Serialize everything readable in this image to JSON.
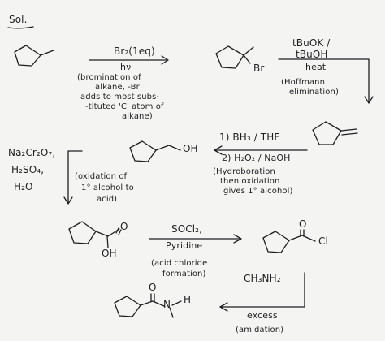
{
  "header": {
    "sol": "Sol."
  },
  "step1": {
    "reagent": "Br₂(1eq)",
    "condition": "hν",
    "note": [
      "(bromination of",
      "alkane, -Br",
      "adds to most subs-",
      "-tituted 'C' atom of",
      "alkane)"
    ],
    "product_atom": "Br"
  },
  "step2": {
    "reagent_line1": "tBuOK /",
    "reagent_line2": "tBuOH",
    "condition": "heat",
    "note": [
      "(Hoffmann",
      "elimination)"
    ]
  },
  "step3": {
    "reagent_line1": "1) BH₃ / THF",
    "reagent_line2": "2) H₂O₂ / NaOH",
    "note": [
      "(Hydroboration",
      "then oxidation",
      "gives 1° alcohol)"
    ],
    "product_atom": "OH"
  },
  "step4": {
    "reagents": [
      "Na₂Cr₂O₇,",
      "H₂SO₄,",
      "H₂O"
    ],
    "note": [
      "(oxidation of",
      "1° alcohol to",
      "acid)"
    ],
    "product_atoms": {
      "carbonyl_o": "O",
      "hydroxyl": "OH"
    }
  },
  "step5": {
    "reagent_line1": "SOCl₂,",
    "reagent_line2": "Pyridine",
    "note": [
      "(acid chloride",
      "formation)"
    ],
    "product_atoms": {
      "carbonyl_o": "O",
      "halogen": "Cl"
    }
  },
  "step6": {
    "reagent": "CH₃NH₂",
    "condition": "excess",
    "note": "(amidation)",
    "product_atoms": {
      "carbonyl_o": "O",
      "nitrogen": "N",
      "hydrogen": "H"
    }
  }
}
